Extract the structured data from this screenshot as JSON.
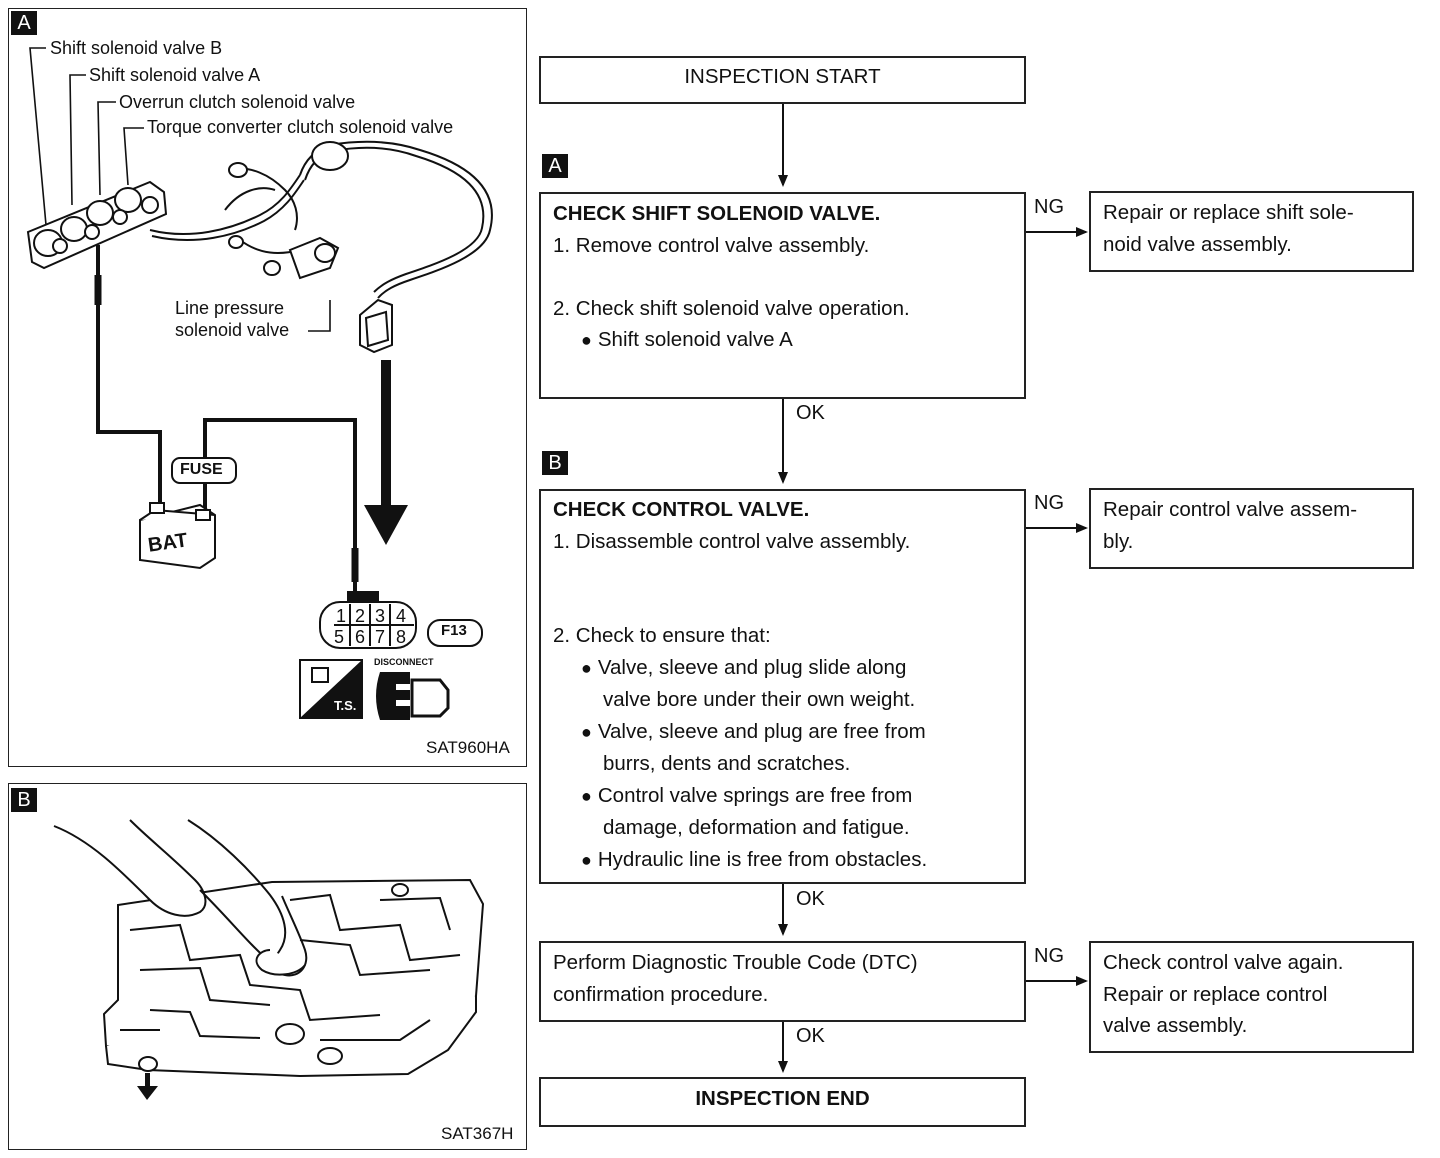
{
  "panel_a": {
    "tag": "A",
    "labels": {
      "shift_b": "Shift solenoid valve B",
      "shift_a": "Shift solenoid valve A",
      "overrun": "Overrun clutch solenoid valve",
      "torque": "Torque converter clutch solenoid valve",
      "line_pressure_1": "Line pressure",
      "line_pressure_2": "solenoid valve",
      "fuse": "FUSE",
      "bat": "BAT",
      "connector_code": "F13",
      "pins_top": [
        "1",
        "2",
        "3",
        "4"
      ],
      "pins_bottom": [
        "5",
        "6",
        "7",
        "8"
      ],
      "disconnect": "DISCONNECT",
      "ts": "T.S."
    },
    "code": "SAT960HA"
  },
  "panel_b": {
    "tag": "B",
    "code": "SAT367H"
  },
  "flow": {
    "start": "INSPECTION START",
    "end": "INSPECTION END",
    "step_a": {
      "tag": "A",
      "title": "CHECK SHIFT SOLENOID VALVE.",
      "line1": "1. Remove control valve assembly.",
      "line2": "2. Check shift solenoid valve operation.",
      "bullet1": "Shift solenoid valve A",
      "ng_label": "NG",
      "ok_label": "OK",
      "ng_action_1": "Repair or replace shift sole-",
      "ng_action_2": "noid valve assembly."
    },
    "step_b": {
      "tag": "B",
      "title": "CHECK CONTROL VALVE.",
      "line1": "1. Disassemble control valve assembly.",
      "line2": "2. Check to ensure that:",
      "bullets": [
        [
          "Valve, sleeve and plug slide along",
          "valve bore under their own weight."
        ],
        [
          "Valve, sleeve and plug are free from",
          "burrs, dents and scratches."
        ],
        [
          "Control valve springs are free from",
          "damage, deformation and fatigue."
        ],
        [
          "Hydraulic line is free from obstacles.",
          ""
        ]
      ],
      "ng_label": "NG",
      "ok_label": "OK",
      "ng_action_1": "Repair control valve assem-",
      "ng_action_2": "bly."
    },
    "step_c": {
      "line1": "Perform Diagnostic Trouble Code (DTC)",
      "line2": "confirmation procedure.",
      "ng_label": "NG",
      "ok_label": "OK",
      "ng_action_1": "Check control valve again.",
      "ng_action_2": "Repair or replace control",
      "ng_action_3": "valve assembly."
    }
  }
}
